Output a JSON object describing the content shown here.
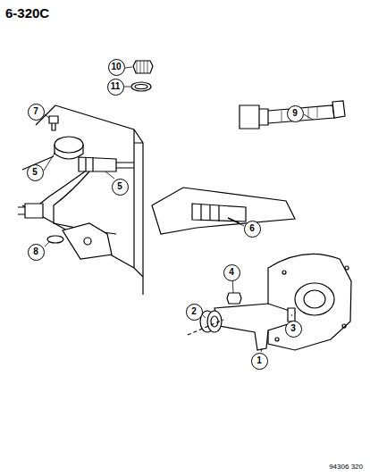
{
  "diagram": {
    "title": "6-320C",
    "nodes": [
      {
        "text": [
          "10"
        ]
      },
      {
        "text": [
          "11"
        ]
      },
      {
        "text": [
          "7"
        ]
      },
      {
        "text": [
          "9"
        ]
      },
      {
        "text": [
          "5"
        ]
      },
      {
        "text": [
          "5"
        ]
      },
      {
        "text": [
          "8"
        ]
      },
      {
        "text": [
          "6"
        ]
      },
      {
        "text": [
          "4"
        ]
      },
      {
        "text": [
          "2"
        ]
      },
      {
        "text": [
          "3"
        ]
      },
      {
        "text": [
          "1"
        ]
      }
    ],
    "labels": [
      "94306 320"
    ]
  }
}
